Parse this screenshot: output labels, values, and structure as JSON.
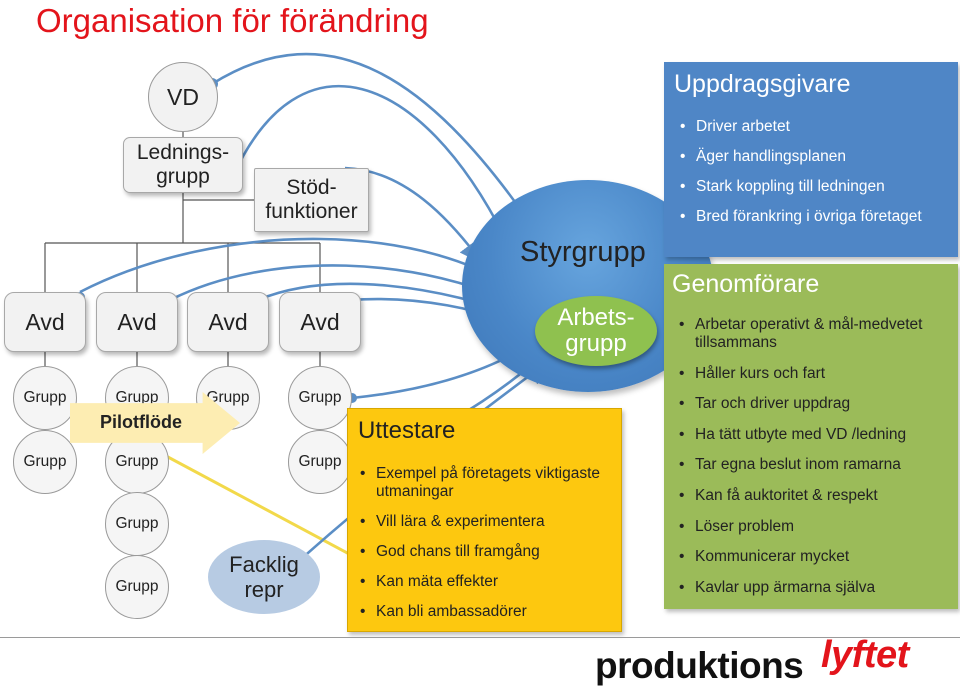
{
  "title": "Organisation för förändring",
  "org": {
    "vd": "VD",
    "ledningsgrupp": "Lednings-\ngrupp",
    "stodfunktioner": "Stöd-\nfunktioner",
    "avd": [
      "Avd",
      "Avd",
      "Avd",
      "Avd"
    ],
    "grupp": "Grupp",
    "pilotflode": "Pilotflöde",
    "facklig": "Facklig\nrepr"
  },
  "styrgrupp": "Styrgrupp",
  "arbetsgrupp": "Arbets-\ngrupp",
  "uttestare": {
    "heading": "Uttestare",
    "items": [
      "Exempel på företagets viktigaste utmaningar",
      "Vill lära & experimentera",
      "God chans till framgång",
      "Kan mäta effekter",
      "Kan bli ambassadörer"
    ]
  },
  "uppdragsgivare": {
    "heading": "Uppdragsgivare",
    "items": [
      "Driver arbetet",
      "Äger handlingsplanen",
      "Stark koppling till ledningen",
      "Bred förankring i övriga företaget"
    ]
  },
  "genomforare": {
    "heading": "Genomförare",
    "items": [
      "Arbetar operativt & mål-medvetet tillsammans",
      "Håller kurs och fart",
      "Tar och driver uppdrag",
      "Ha tätt utbyte med VD /ledning",
      "Tar egna beslut inom ramarna",
      "Kan få auktoritet & respekt",
      "Löser problem",
      "Kommunicerar mycket",
      "Kavlar upp ärmarna själva"
    ]
  },
  "logo": {
    "part1": "produktions",
    "part2": "lyftet"
  },
  "colors": {
    "title": "#e3141b",
    "styrgrupp": "#4a87c8",
    "arbetsgrupp": "#8fc14f",
    "uttestare": "#fdc80f",
    "uppdragsgivare": "#4f86c6",
    "genomforare": "#9bbb59",
    "connector": "#5b8ec5",
    "pilot_line": "#f2d94a"
  }
}
